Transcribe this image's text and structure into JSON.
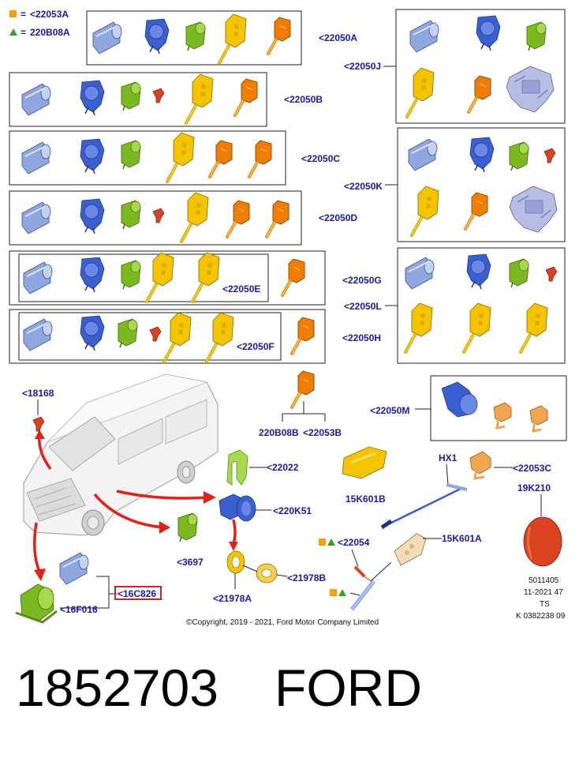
{
  "legend": [
    {
      "symbol": "orange-square",
      "equals": "=",
      "code": "<22053A",
      "color": "#f5a000"
    },
    {
      "symbol": "green-triangle",
      "equals": "=",
      "code": "220B08A",
      "color": "#3aa02a"
    }
  ],
  "kit_labels": {
    "a": "<22050A",
    "b": "<22050B",
    "c": "<22050C",
    "d": "<22050D",
    "e": "<22050E",
    "f": "<22050F",
    "g": "<22050G",
    "h": "<22050H",
    "j": "<22050J",
    "k": "<22050K",
    "l": "<22050L",
    "m": "<22050M"
  },
  "part_labels": {
    "p18168": "<18168",
    "p22022": "<22022",
    "p220k51": "<220K51",
    "p3697": "<3697",
    "p16c826": "<16C826",
    "p16f016": "<16F016",
    "p21978a": "<21978A",
    "p21978b": "<21978B",
    "p220b08b": "220B08B",
    "p22053b": "<22053B",
    "p15k601b": "15K601B",
    "hx1": "HX1",
    "p22053c": "<22053C",
    "p19k210": "19K210",
    "p22054": "<22054",
    "p15k601a": "15K601A"
  },
  "reference": {
    "line1": "5011405",
    "line2": "11-2021 47",
    "line3": "TS",
    "line4": "K 0382238 09"
  },
  "copyright": "©Copyright, 2019 - 2021, Ford Motor Company Limited",
  "footer": {
    "part_number": "1852703",
    "brand": "FORD"
  },
  "colors": {
    "label_blue": "#1a1aa6",
    "cylinder_blue": "#8fa6e0",
    "barrel_blue": "#3a5fd0",
    "green_part": "#7cb820",
    "key_yellow": "#f5c400",
    "key_orange": "#f07d00",
    "small_red": "#d9431f",
    "arrow_red": "#e0221a",
    "highlight_red": "#d81e1e",
    "lock_grey": "#b8bde6"
  }
}
